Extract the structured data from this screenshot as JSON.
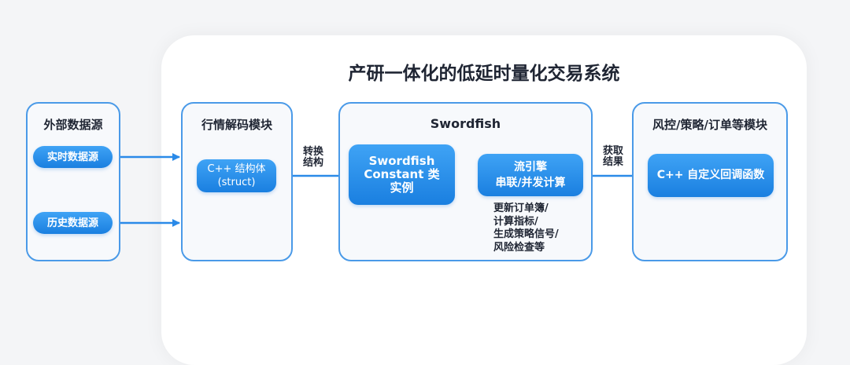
{
  "title": "产研一体化的低延时量化交易系统",
  "external": {
    "title": "外部数据源",
    "realtime": "实时数据源",
    "history": "历史数据源"
  },
  "decoder": {
    "title": "行情解码模块",
    "struct": "C++ 结构体\n(struct)"
  },
  "edge_convert": "转换\n结构",
  "swordfish": {
    "title": "Swordfish",
    "constant": "Swordfish\nConstant 类\n实例",
    "engine": "流引擎\n串联/并发计算",
    "notes": [
      "更新订单簿/",
      "计算指标/",
      "生成策略信号/",
      "风险检查等"
    ]
  },
  "edge_result": "获取\n结果",
  "modules": {
    "title": "风控/策略/订单等模块",
    "callback": "C++ 自定义回调函数"
  },
  "colors": {
    "accent": "#2a8ae8",
    "border": "#4a9ae8"
  }
}
